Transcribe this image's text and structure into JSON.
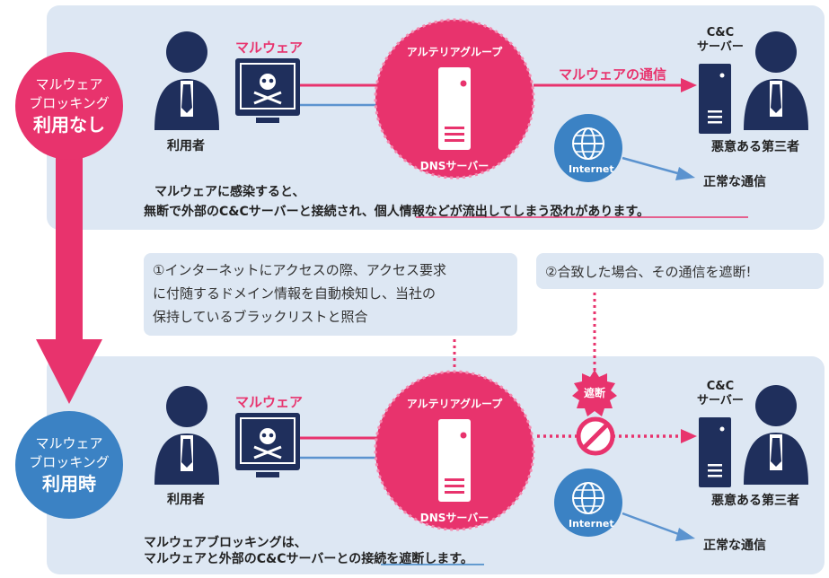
{
  "colors": {
    "pink": "#e8336d",
    "blue": "#3b82c4",
    "navy": "#1f2f5c",
    "panel": "#dde7f3"
  },
  "top": {
    "circle_line1": "マルウェア",
    "circle_line2": "ブロッキング",
    "circle_strong": "利用なし",
    "user_label": "利用者",
    "malware_label": "マルウェア",
    "group_label": "アルテリアグループ",
    "dns_label": "DNSサーバー",
    "flow_label": "マルウェアの通信",
    "cc_label": "C&C\nサーバー",
    "attacker_label": "悪意ある第三者",
    "internet_label": "Internet",
    "normal_label": "正常な通信",
    "desc_line1": "マルウェアに感染すると、",
    "desc_line2_a": "無断で外部のC&Cサーバーと接続され、",
    "desc_line2_b": "個人情報などが流出してしまう恐れがあります。"
  },
  "notes": {
    "note1": "①インターネットにアクセスの際、アクセス要求\nに付随するドメイン情報を自動検知し、当社の\n保持しているブラックリストと照合",
    "note2": "②合致した場合、その通信を遮断!"
  },
  "bottom": {
    "circle_line1": "マルウェア",
    "circle_line2": "ブロッキング",
    "circle_strong": "利用時",
    "user_label": "利用者",
    "malware_label": "マルウェア",
    "group_label": "アルテリアグループ",
    "dns_label": "DNSサーバー",
    "block_badge": "遮断",
    "cc_label": "C&C\nサーバー",
    "attacker_label": "悪意ある第三者",
    "internet_label": "Internet",
    "normal_label": "正常な通信",
    "desc_line1": "マルウェアブロッキングは、",
    "desc_line2_a": "マルウェアと外部のC&Cサーバーとの",
    "desc_line2_b": "接続を遮断します",
    "desc_line2_c": "。"
  }
}
